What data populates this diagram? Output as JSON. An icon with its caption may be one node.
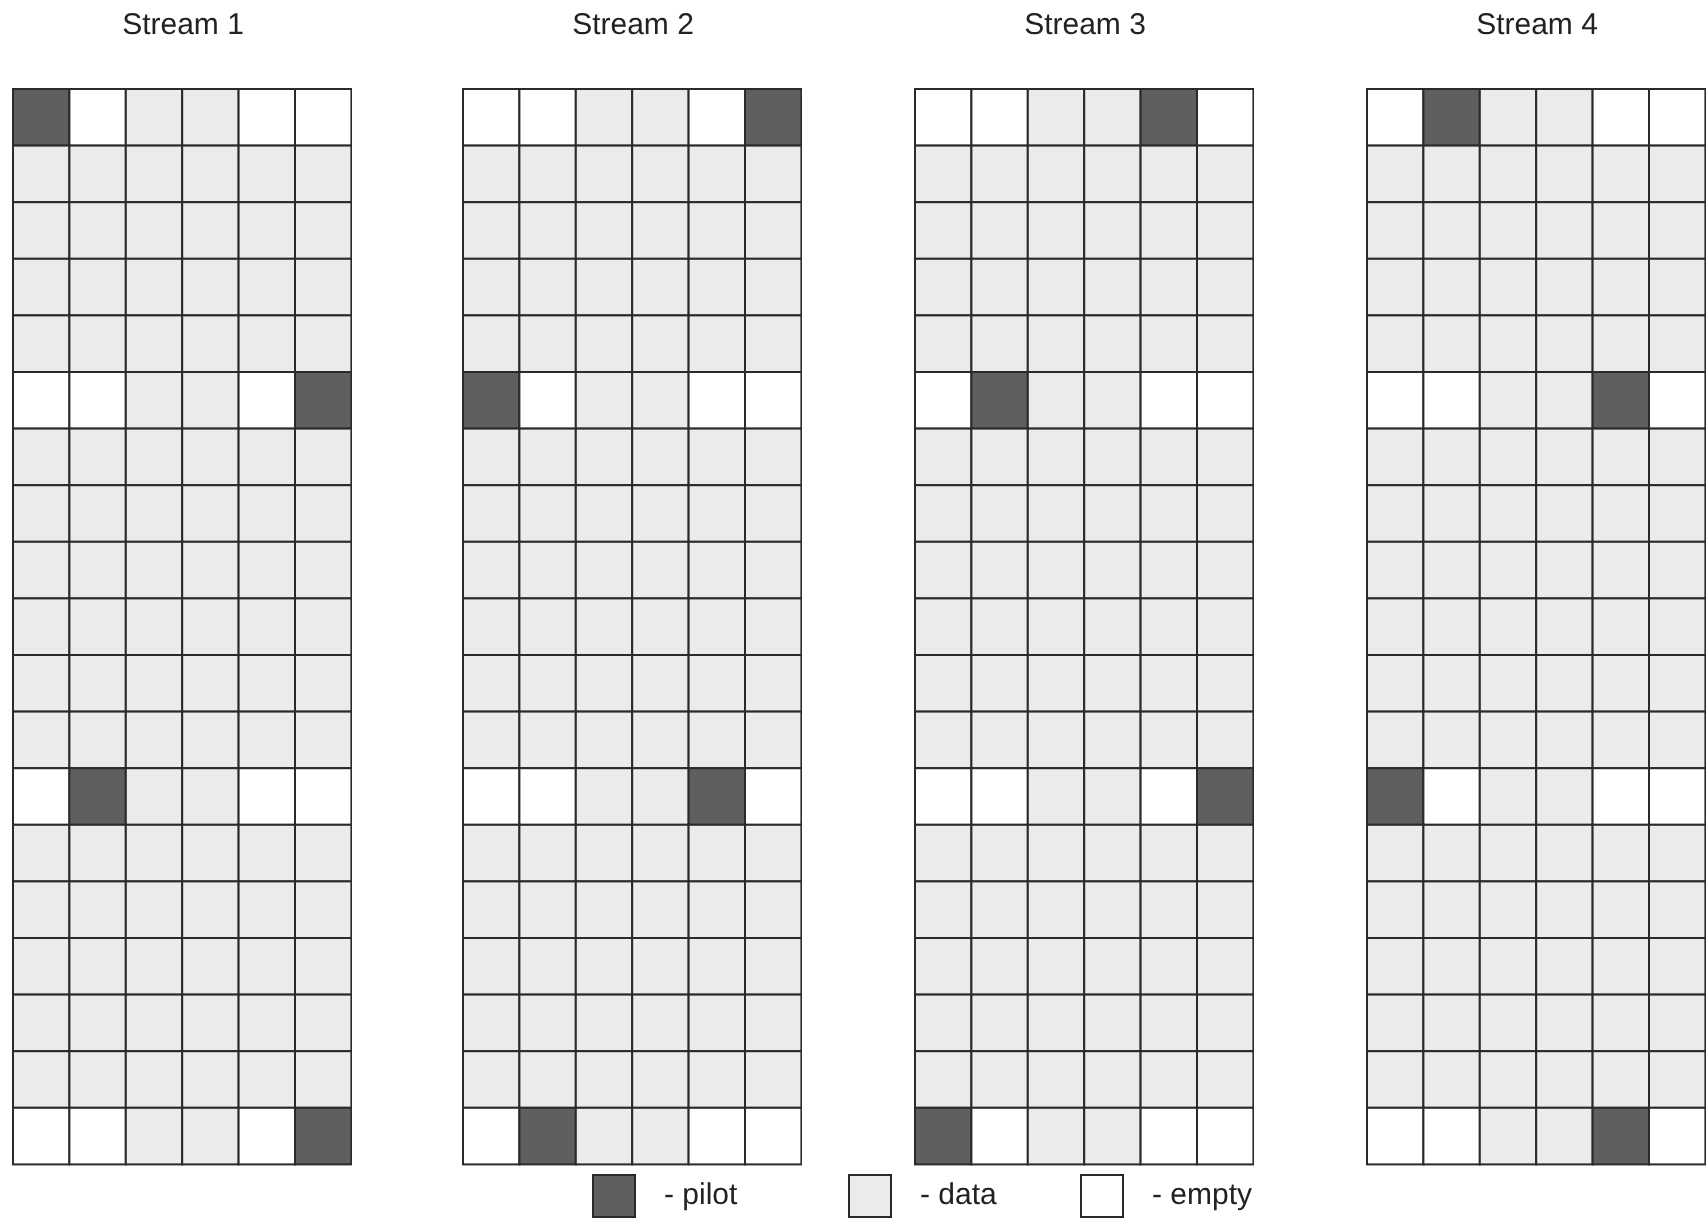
{
  "diagram": {
    "nodes": [
      {
        "text": [
          "Stream 1"
        ]
      },
      {
        "text": [
          "Stream 2"
        ]
      },
      {
        "text": [
          "Stream 3"
        ]
      },
      {
        "text": [
          "Stream 4"
        ]
      }
    ],
    "legend": [
      {
        "text": "- pilot",
        "color": "#5f5f5f"
      },
      {
        "text": "- data",
        "color": "#ebebeb"
      },
      {
        "text": "- empty",
        "color": "#ffffff"
      }
    ]
  }
}
